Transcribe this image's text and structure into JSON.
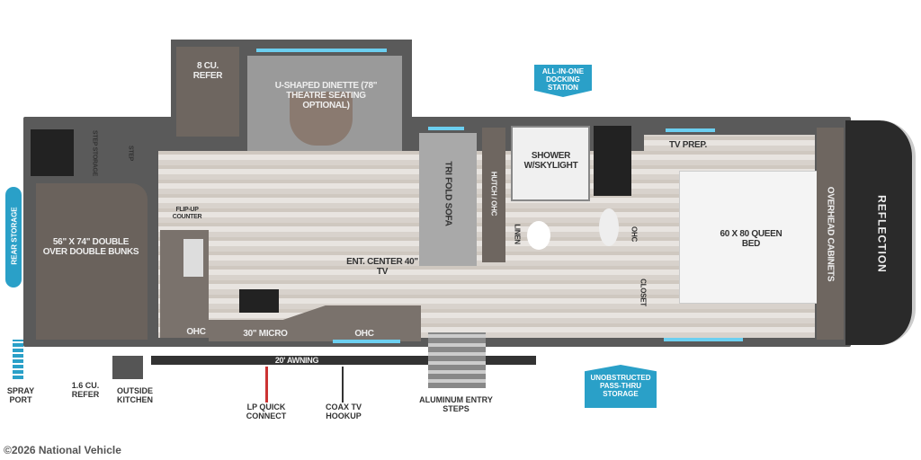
{
  "labels": {
    "refer": "8 CU. REFER",
    "dinette": "U-SHAPED DINETTE (78\" THEATRE SEATING OPTIONAL)",
    "step_storage": "STEP STORAGE",
    "step": "STEP",
    "bunks": "56\" x 74\" DOUBLE OVER DOUBLE BUNKS",
    "flip_up": "FLIP-UP COUNTER",
    "ohc": "OHC",
    "micro": "30\" MICRO",
    "ent_center": "ENT. CENTER 40\" TV",
    "sofa": "TRI FOLD SOFA",
    "hutch": "HUTCH / OHC",
    "shower": "SHOWER w/SKYLIGHT",
    "linen": "LINEN",
    "tv_prep": "TV PREP.",
    "bed": "60 x 80 QUEEN BED",
    "overhead": "OVERHEAD CABINETS",
    "closet": "CLOSET",
    "brand": "REFLECTION",
    "awning": "20' AWNING"
  },
  "badges": {
    "docking": "ALL-IN-ONE DOCKING STATION",
    "rear_storage": "REAR STORAGE",
    "pass_thru": "UNOBSTRUCTED PASS-THRU STORAGE"
  },
  "exterior": {
    "spray": "SPRAY PORT",
    "mini_refer": "1.6 CU. REFER",
    "outside_kitchen": "OUTSIDE KITCHEN",
    "lp": "LP QUICK CONNECT",
    "coax": "COAX TV HOOKUP",
    "steps": "ALUMINUM ENTRY STEPS"
  },
  "copyright": "©2026 National Vehicle",
  "colors": {
    "accent": "#2aa0c8",
    "led": "#6ccff0"
  }
}
